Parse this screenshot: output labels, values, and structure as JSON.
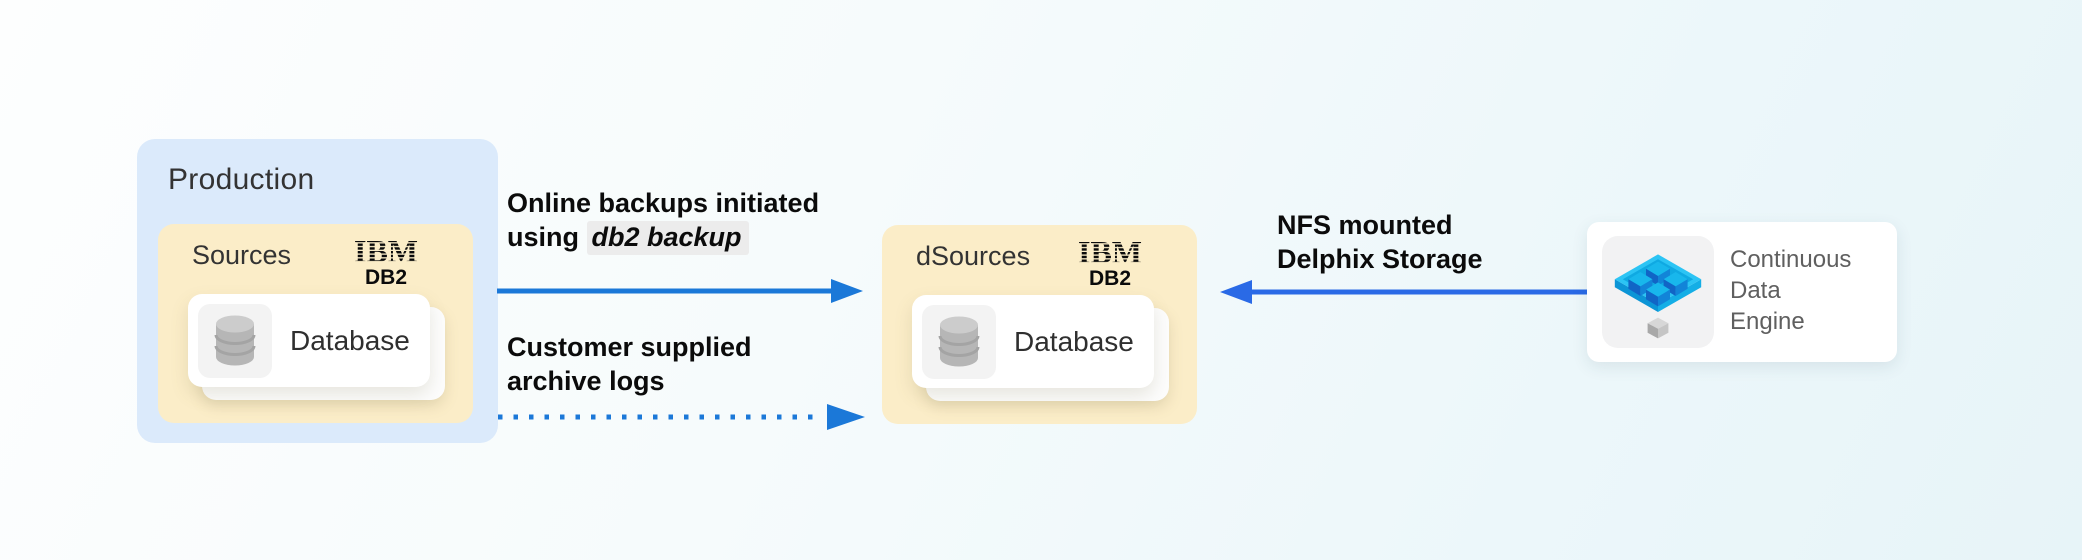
{
  "diagram": {
    "production": {
      "label": "Production"
    },
    "sources": {
      "label": "Sources",
      "vendor_logo": "IBM",
      "product": "DB2",
      "card_label": "Database"
    },
    "dsources": {
      "label": "dSources",
      "vendor_logo": "IBM",
      "product": "DB2",
      "card_label": "Database"
    },
    "engine": {
      "lines": [
        "Continuous",
        "Data",
        "Engine"
      ]
    },
    "arrows": {
      "backups": {
        "style": "solid",
        "direction": "right",
        "label_line1": "Online backups initiated",
        "label_line2_prefix": "using ",
        "label_line2_code": "db2 backup",
        "color": "#1b78d8"
      },
      "archive": {
        "style": "dotted",
        "direction": "right",
        "label_line1": "Customer supplied",
        "label_line2": "archive logs",
        "color": "#1b78d8"
      },
      "nfs": {
        "style": "solid",
        "direction": "left",
        "label_line1": "NFS mounted",
        "label_line2": "Delphix Storage",
        "color": "#2a6ae6"
      }
    },
    "icons": {
      "ibm-db2-logo": "striped IBM wordmark with DB2 text",
      "database-cylinder-icon": "gray stacked database cylinder",
      "continuous-data-engine-icon": "blue isometric cube platform with gray cube"
    },
    "colors": {
      "production_bg": "#dbeafb",
      "sources_bg": "#fbedc8",
      "code_bg": "#ececec",
      "card_bg": "#ffffff",
      "engine_icon_blue": "#18b7ec",
      "background_tint": "#e7f4f8"
    }
  }
}
